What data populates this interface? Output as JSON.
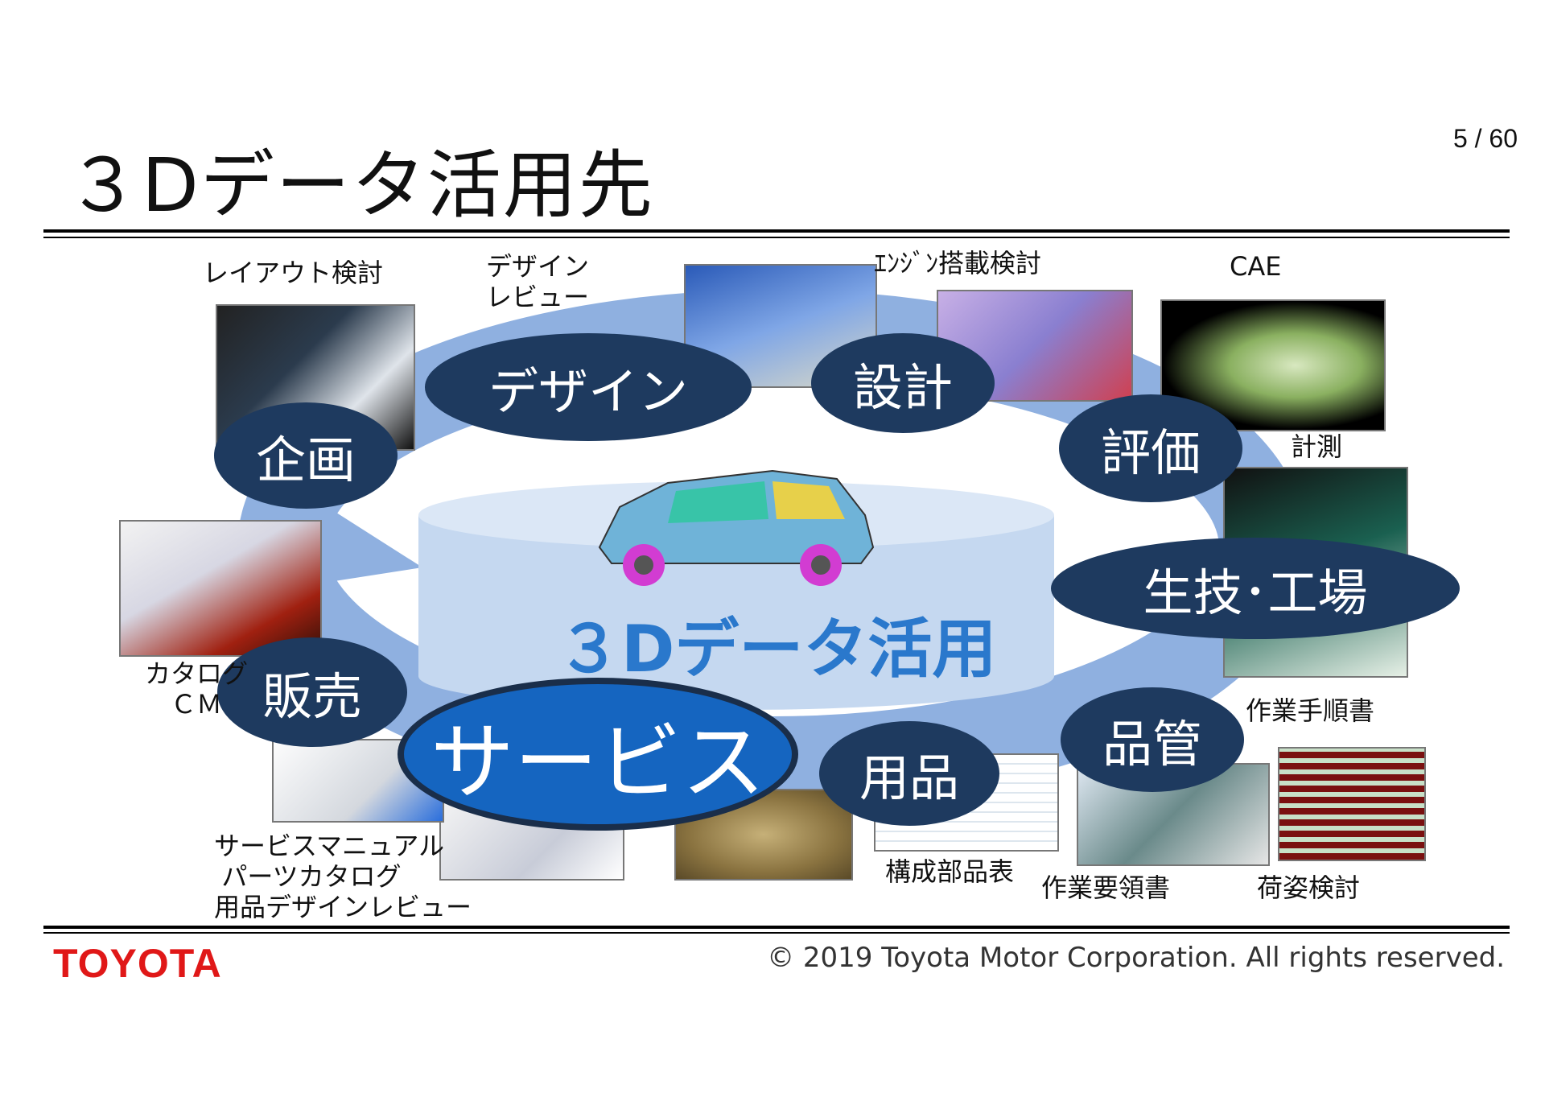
{
  "slide": {
    "title": "３Dデータ活用先",
    "page": "5 / 60",
    "center_label": "３Dデータ活用",
    "footer_logo": "TOYOTA",
    "copyright": "© 2019 Toyota Motor Corporation. All rights reserved."
  },
  "stages": {
    "kikaku": "企画",
    "design": "デザイン",
    "sekkei": "設計",
    "hyouka": "評価",
    "seigi": "生技･工場",
    "hinkan": "品管",
    "youhin": "用品",
    "service": "サービス",
    "hanbai": "販売"
  },
  "labels": {
    "layout": "レイアウト検討",
    "design_review_1": "デザイン",
    "design_review_2": "レビュー",
    "engine": "ｴﾝｼﾞﾝ搭載検討",
    "cae": "CAE",
    "measure": "計測",
    "work_procedure": "作業手順書",
    "packing": "荷姿検討",
    "work_guide": "作業要領書",
    "parts_list": "構成部品表",
    "service_1": "サービスマニュアル",
    "service_2": "パーツカタログ",
    "service_3": "用品デザインレビュー",
    "catalog_1": "カタログ",
    "catalog_2": "ＣＭ"
  },
  "colors": {
    "oval": "#1e3a5f",
    "service_oval": "#1565c0",
    "arrow": "#8fb0e0",
    "cylinder": "#c5d8f0",
    "center_text": "#2a78cc",
    "logo": "#e01818"
  }
}
